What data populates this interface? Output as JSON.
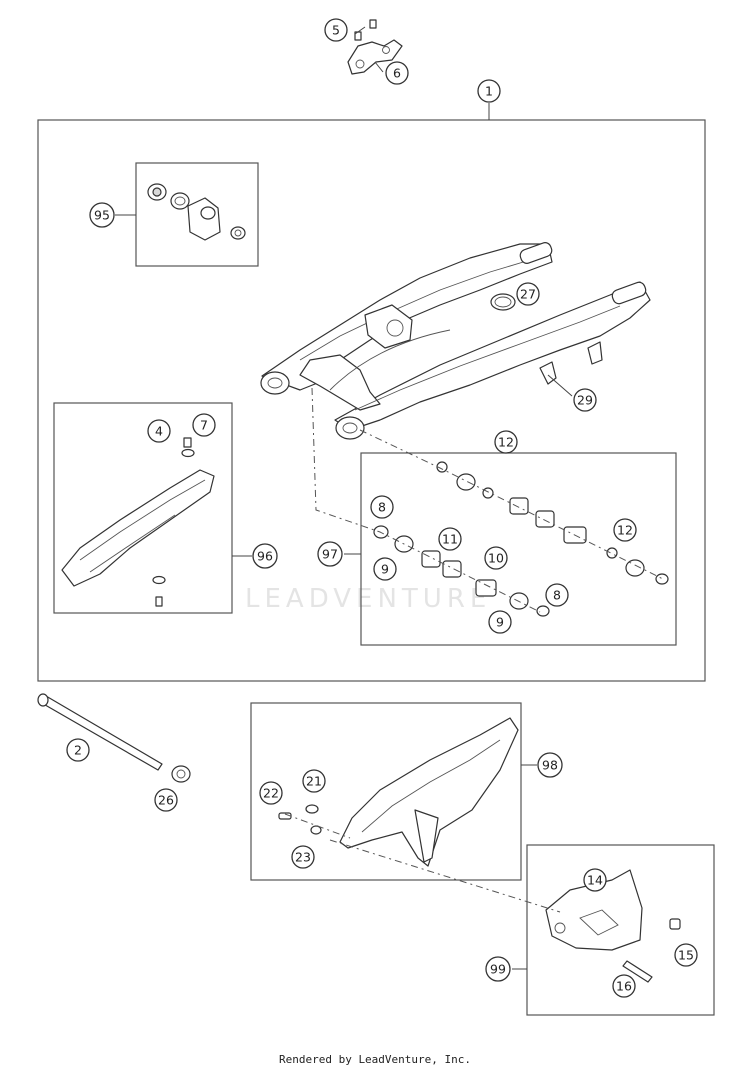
{
  "watermark": "LEADVENTURE",
  "footer": "Rendered by LeadVenture, Inc.",
  "callouts": [
    "1",
    "2",
    "4",
    "5",
    "6",
    "7",
    "8",
    "8",
    "9",
    "9",
    "10",
    "11",
    "12",
    "12",
    "14",
    "15",
    "16",
    "21",
    "22",
    "23",
    "26",
    "27",
    "29",
    "95",
    "96",
    "97",
    "98",
    "99"
  ]
}
